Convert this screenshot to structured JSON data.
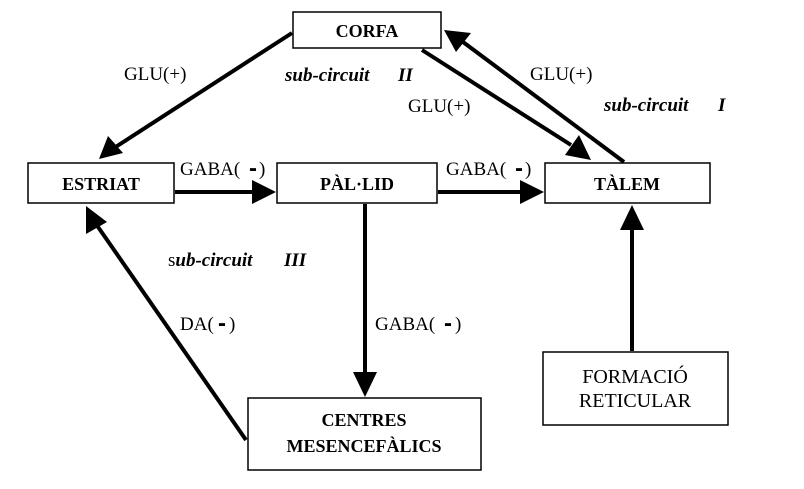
{
  "nodes": {
    "corfa": "CORFA",
    "estriat": "ESTRIAT",
    "pallid": "PÀL·LID",
    "talem": "TÀLEM",
    "centres_line1": "CENTRES",
    "centres_line2": "MESENCEFÀLICS",
    "formacio_line1": "FORMACIÓ",
    "formacio_line2": "RETICULAR"
  },
  "edges": {
    "corfa_estriat": "GLU(+)",
    "corfa_talem": "GLU(+)",
    "talem_corfa": "GLU(+)",
    "estriat_pallid": "GABA(",
    "pallid_talem": "GABA(",
    "pallid_centres": "GABA(",
    "centres_estriat": "DA(",
    "minus_sign": "-",
    "close_paren": ")"
  },
  "circuits": {
    "one_prefix": "sub-circuit",
    "one_num": "I",
    "two_prefix": "sub-circuit",
    "two_num": "II",
    "three_s": "s",
    "three_rest": "ub-circuit",
    "three_num": "III"
  }
}
